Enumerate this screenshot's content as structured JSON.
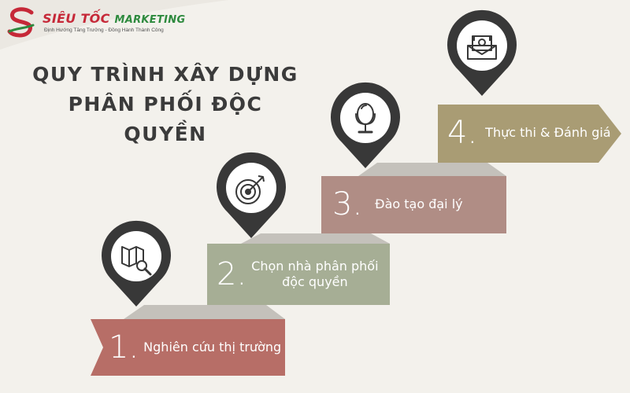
{
  "logo": {
    "brand_part1": "SIÊU TỐC",
    "brand_part2": "MARKETING",
    "tagline": "Định Hướng Tăng Trưởng - Đồng Hành Thành Công"
  },
  "title": {
    "line1": "QUY TRÌNH XÂY DỰNG",
    "line2": "PHÂN PHỐI ĐỘC QUYỀN"
  },
  "steps": [
    {
      "number": "1.",
      "label": "Nghiên cứu thị trường",
      "color": "#b76e67",
      "icon": "map-search-icon"
    },
    {
      "number": "2.",
      "label_line1": "Chọn nhà phân phối",
      "label_line2": "độc quyền",
      "color": "#a6ae95",
      "icon": "target-arrow-icon"
    },
    {
      "number": "3.",
      "label": "Đào tạo đại lý",
      "color": "#b08d85",
      "icon": "mirror-icon"
    },
    {
      "number": "4.",
      "label": "Thực thi & Đánh giá",
      "color": "#a99c74",
      "icon": "money-envelope-icon"
    }
  ],
  "colors": {
    "background": "#f3f1ec",
    "pin": "#383838",
    "fold": "#c4c1bb",
    "title": "#3b3b3b"
  }
}
